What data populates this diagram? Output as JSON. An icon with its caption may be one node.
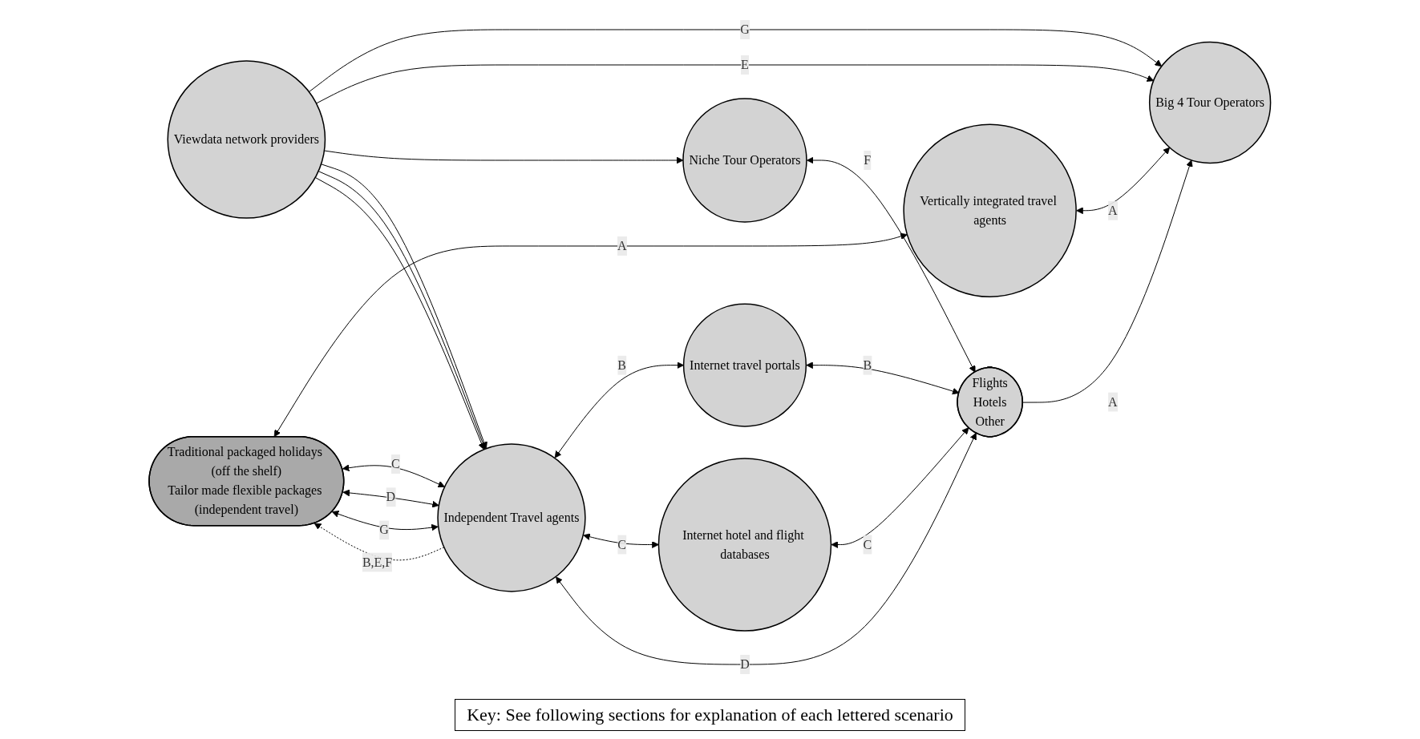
{
  "diagram": {
    "nodes": [
      {
        "text": [
          "Traditional packaged holidays (off the shelf)",
          "Tailor made flexible packages (independent travel)"
        ]
      },
      {
        "text": [
          "Vertically integrated travel agents"
        ]
      },
      {
        "text": [
          "Big 4 Tour Operators"
        ]
      },
      {
        "text": [
          "Niche Tour Operators"
        ]
      },
      {
        "text": [
          "Viewdata network providers"
        ]
      },
      {
        "text": [
          "Internet travel portals"
        ]
      },
      {
        "text": [
          "Internet hotel and flight databases"
        ]
      },
      {
        "text": [
          "Independent Travel agents"
        ]
      },
      {
        "text": [
          "Flights",
          "Hotels",
          "Other"
        ]
      }
    ],
    "edges": [
      {
        "from": 0,
        "to": 1,
        "arrow": "both",
        "label": "A"
      },
      {
        "from": 1,
        "to": 2,
        "arrow": "both",
        "label": "A"
      },
      {
        "from": 8,
        "to": 2,
        "arrow": "to",
        "label": "A"
      },
      {
        "from": 7,
        "to": 0,
        "arrow": "both",
        "label": "G"
      },
      {
        "from": 4,
        "to": 2,
        "arrow": "to",
        "label": "G"
      },
      {
        "from": 4,
        "to": 2,
        "arrow": "to",
        "label": "E"
      },
      {
        "from": 4,
        "to": 3,
        "arrow": "to"
      },
      {
        "from": 4,
        "to": 7,
        "arrow": "to"
      },
      {
        "from": 4,
        "to": 7,
        "arrow": "to"
      },
      {
        "from": 4,
        "to": 7,
        "arrow": "to"
      },
      {
        "from": 3,
        "to": 8,
        "arrow": "both",
        "label": "F"
      },
      {
        "from": 7,
        "to": 5,
        "arrow": "both",
        "label": "B"
      },
      {
        "from": 5,
        "to": 8,
        "arrow": "both",
        "label": "B"
      },
      {
        "from": 7,
        "to": 0,
        "arrow": "to",
        "label": "B,E,F",
        "style": "dashed"
      },
      {
        "from": 0,
        "to": 7,
        "arrow": "both",
        "label": "C"
      },
      {
        "from": 0,
        "to": 7,
        "arrow": "both",
        "label": "D"
      },
      {
        "from": 7,
        "to": 6,
        "arrow": "both",
        "label": "C"
      },
      {
        "from": 6,
        "to": 8,
        "arrow": "both",
        "label": "C"
      },
      {
        "from": 7,
        "to": 8,
        "arrow": "both",
        "label": "D"
      }
    ],
    "labels": [
      "Key: See following sections for explanation of each lettered scenario"
    ]
  }
}
